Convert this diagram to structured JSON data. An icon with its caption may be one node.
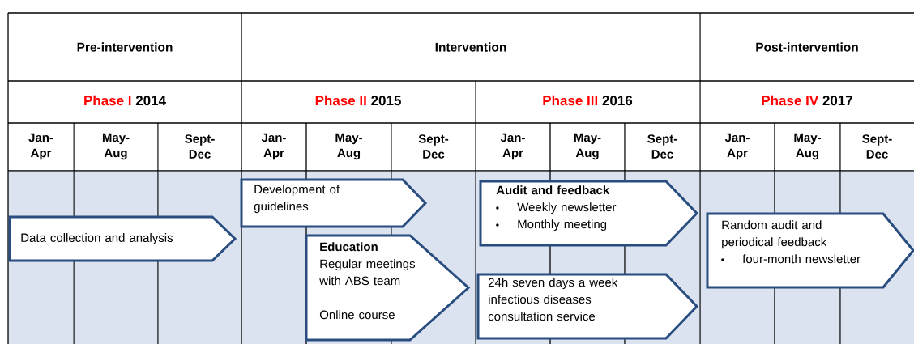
{
  "diagram": {
    "nodes": [
      {
        "text": [
          "Data collection and analysis"
        ]
      },
      {
        "text": [
          "Development of guidelines"
        ]
      },
      {
        "text": [
          "Education",
          "Regular meetings with ABS team",
          "Online course"
        ]
      },
      {
        "text": [
          "Audit and feedback",
          "Weekly newsletter",
          "Monthly meeting"
        ]
      },
      {
        "text": [
          "24h seven days a week infectious diseases consultation service"
        ]
      },
      {
        "text": [
          "Random audit and periodical feedback",
          "four-month newsletter"
        ]
      }
    ],
    "labels": [
      "Pre-intervention",
      "Intervention",
      "Post-intervention",
      "Phase I",
      "2014",
      "Phase II",
      "2015",
      "Phase III",
      "2016",
      "Phase IV",
      "2017",
      "Jan- Apr",
      "May- Aug",
      "Sept- Dec",
      "Jan- Apr",
      "May- Aug",
      "Sept- Dec",
      "Jan- Apr",
      "May- Aug",
      "Sept- Dec",
      "Jan- Apr",
      "May- Aug",
      "Sept- Dec"
    ]
  }
}
